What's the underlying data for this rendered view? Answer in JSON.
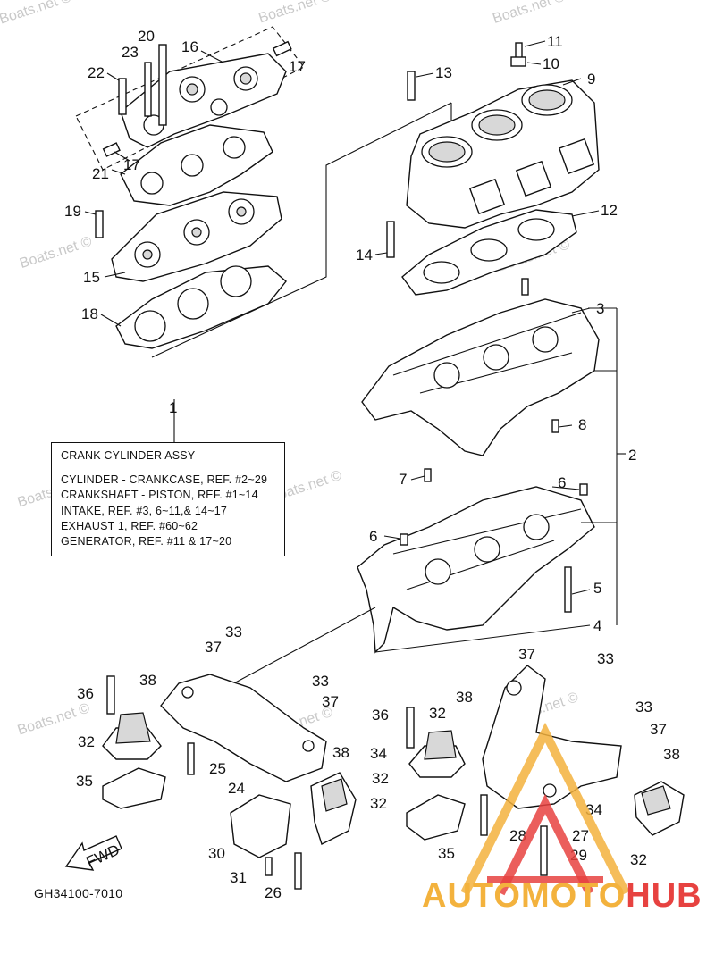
{
  "diagram": {
    "part_number": "GH34100-7010",
    "fwd_label": "FWD",
    "watermark": "Boats.net ©",
    "note_box": {
      "title": "CRANK CYLINDER ASSY",
      "lines": [
        "CYLINDER - CRANKCASE, REF. #2~29",
        "CRANKSHAFT - PISTON, REF. #1~14",
        "INTAKE, REF. #3, 6~11,& 14~17",
        "EXHAUST 1, REF. #60~62",
        "GENERATOR, REF. #11 & 17~20"
      ]
    },
    "callouts": {
      "c1": "1",
      "c2": "2",
      "c3": "3",
      "c4": "4",
      "c5": "5",
      "c6a": "6",
      "c6b": "6",
      "c7": "7",
      "c8": "8",
      "c9": "9",
      "c10": "10",
      "c11": "11",
      "c12": "12",
      "c13": "13",
      "c14": "14",
      "c15": "15",
      "c16": "16",
      "c17a": "17",
      "c17b": "17",
      "c18": "18",
      "c19": "19",
      "c20": "20",
      "c21": "21",
      "c22": "22",
      "c23": "23",
      "c24": "24",
      "c25": "25",
      "c26": "26",
      "c27": "27",
      "c28": "28",
      "c29": "29",
      "c30": "30",
      "c31": "31",
      "c32a": "32",
      "c32b": "32",
      "c32c": "32",
      "c32d": "32",
      "c32e": "32",
      "c33a": "33",
      "c33b": "33",
      "c33c": "33",
      "c33d": "33",
      "c34a": "34",
      "c34b": "34",
      "c35a": "35",
      "c35b": "35",
      "c36a": "36",
      "c36b": "36",
      "c37a": "37",
      "c37b": "37",
      "c37c": "37",
      "c37d": "37",
      "c38a": "38",
      "c38b": "38",
      "c38c": "38",
      "c38d": "38"
    }
  },
  "logo": {
    "text_part1": "AUTOMOTO",
    "text_part2": "HUB",
    "colors": {
      "gold": "#f3b23d",
      "red": "#e74240"
    }
  }
}
